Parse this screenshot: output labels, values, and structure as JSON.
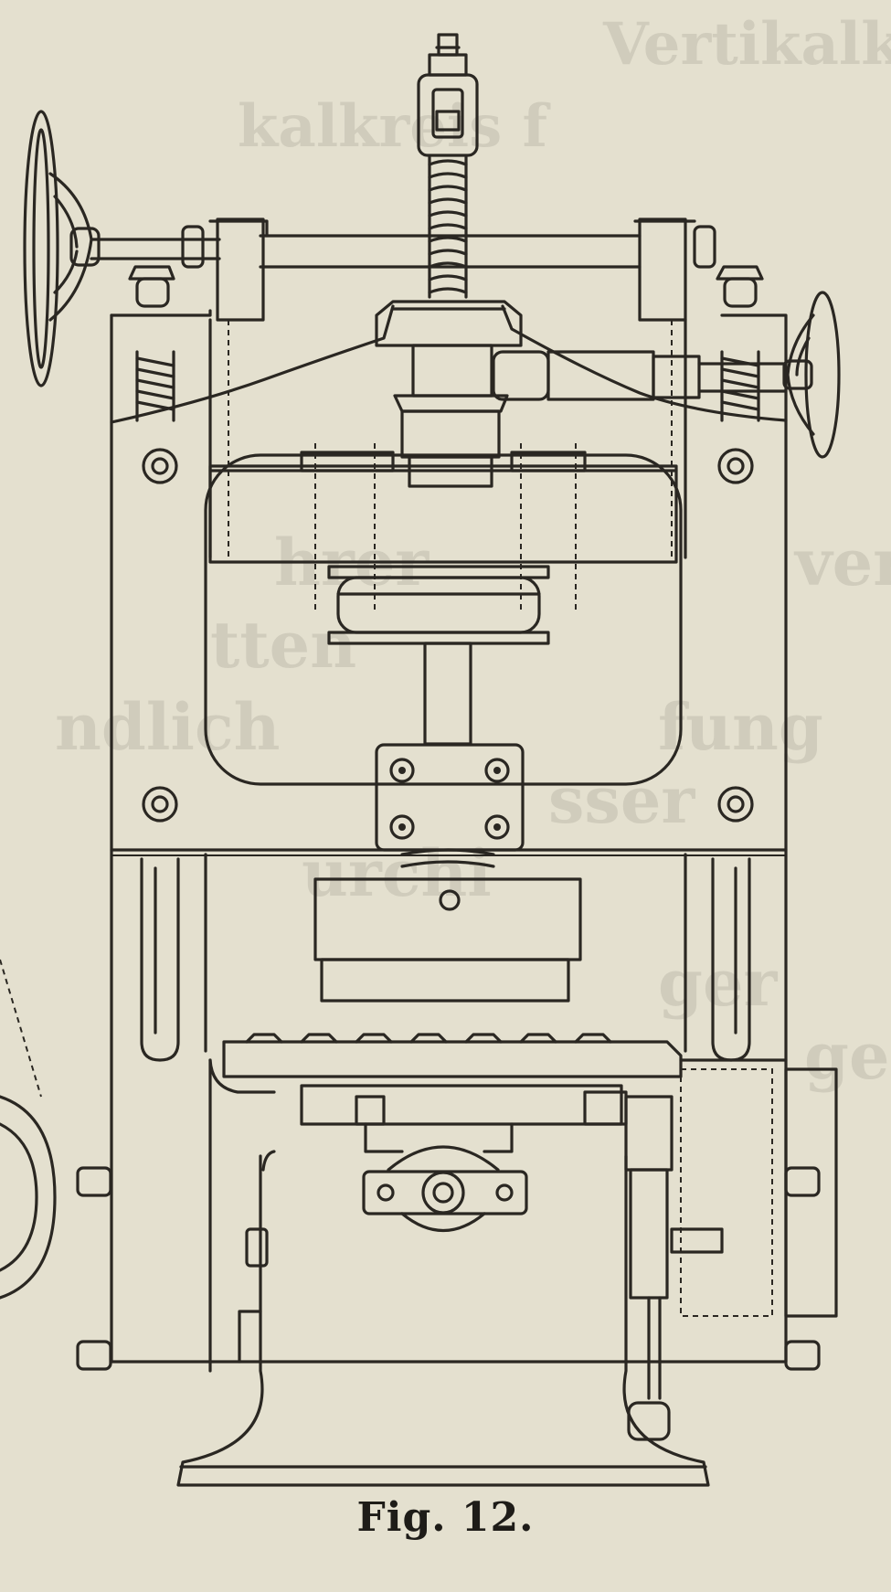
{
  "figure": {
    "caption": "Fig. 12.",
    "bleed_text": [
      "Vertikalkreis",
      "kalkreis f",
      "hrer",
      "tten",
      "fung",
      "sser",
      "urchi",
      "ndlich",
      "ger",
      "ver-",
      "ge-"
    ]
  }
}
